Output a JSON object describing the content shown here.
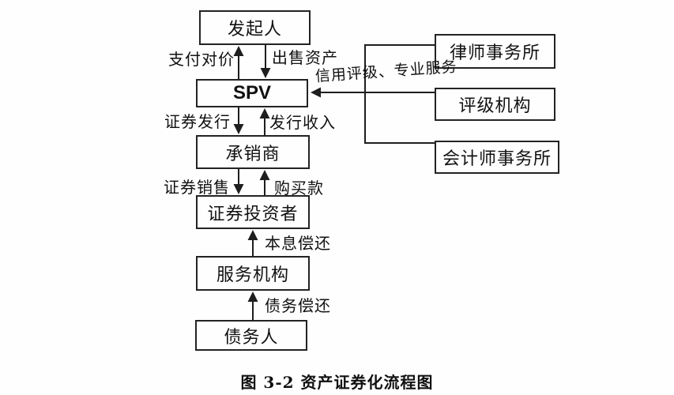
{
  "diagram": {
    "caption": "图 3-2 资产证券化流程图",
    "nodes": {
      "originator": "发起人",
      "spv": "SPV",
      "underwriter": "承销商",
      "investor": "证券投资者",
      "servicer": "服务机构",
      "debtor": "债务人",
      "law_firm": "律师事务所",
      "rating_agency": "评级机构",
      "accounting_firm": "会计师事务所"
    },
    "edge_labels": {
      "pay_consideration": "支付对价",
      "sell_assets": "出售资产",
      "credit_rating_services": "信用评级、专业服务",
      "securities_issuance": "证券发行",
      "issuance_income": "发行收入",
      "securities_sales": "证券销售",
      "purchase_payment": "购买款",
      "principal_interest_repayment": "本息偿还",
      "debt_repayment": "债务偿还"
    },
    "colors": {
      "line": "#1e1e1e",
      "background": "#fefefe",
      "text": "#111111"
    }
  }
}
